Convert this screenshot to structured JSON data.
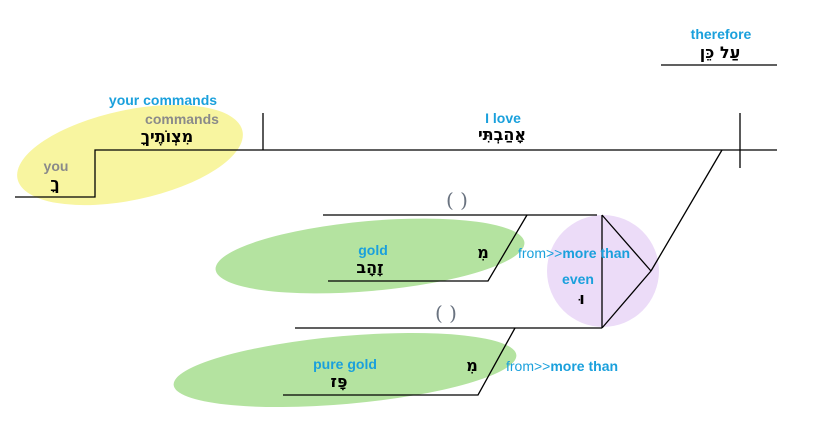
{
  "colors": {
    "english": "#1aa0dc",
    "yellow_highlight": "#f8f5a0",
    "green_highlight": "#b4e3a0",
    "purple_highlight": "#ecdcf8"
  },
  "therefore": {
    "english": "therefore",
    "hebrew": "עַל כֵּן"
  },
  "subject": {
    "english": "you",
    "hebrew": "ךָ"
  },
  "object": {
    "english": "your commands",
    "gloss": "commands",
    "hebrew": "מִצְוֹתֶיךָ"
  },
  "verb": {
    "english": "I love",
    "hebrew": "אָהַבְתִּי"
  },
  "conjunction": {
    "english": "even",
    "hebrew": "וּ"
  },
  "phrase1": {
    "paren": "( )",
    "english": "gold",
    "hebrew": "זָהָב",
    "prep_hebrew": "מִ",
    "prep_from": "from>>",
    "prep_more": "more than"
  },
  "phrase2": {
    "paren": "( )",
    "english": "pure gold",
    "hebrew": "פָּז",
    "prep_hebrew": "מִ",
    "prep_from": "from>>",
    "prep_more": "more than"
  }
}
